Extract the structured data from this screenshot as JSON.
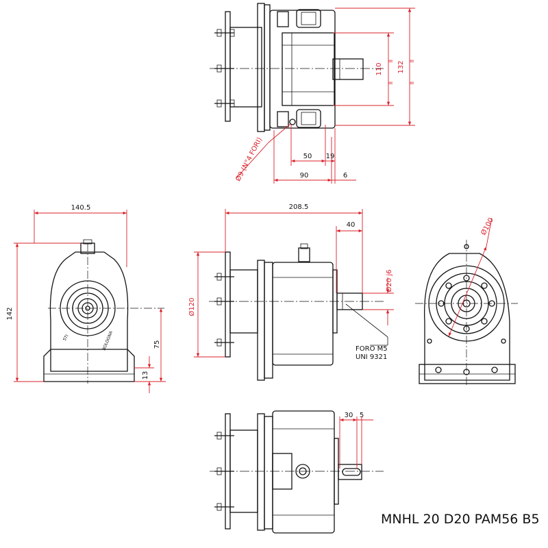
{
  "title": "MNHL 20 D20 PAM56 B5",
  "colors": {
    "drawing": "#111111",
    "dimension": "#d9202a",
    "background": "#ffffff"
  },
  "top_view": {
    "dim_110": "110",
    "dim_132": "132",
    "dim_50": "50",
    "dim_19": "19",
    "dim_90": "90",
    "dim_6": "6",
    "hole_note": "Ø9 (N°4 FORI)"
  },
  "left_view": {
    "dim_140_5": "140.5",
    "dim_142": "142",
    "dim_75": "75",
    "dim_13": "13",
    "brand_1": "STI",
    "brand_2": "BOLOGNA"
  },
  "center_view": {
    "dim_208_5": "208.5",
    "dim_40": "40",
    "dim_120": "Ø120",
    "dim_20j6": "Ø20 j6",
    "note_line1": "FORO M5",
    "note_line2": "UNI 9321"
  },
  "right_view": {
    "dim_100": "Ø100"
  },
  "bottom_view": {
    "dim_30": "30",
    "dim_5": "5"
  }
}
